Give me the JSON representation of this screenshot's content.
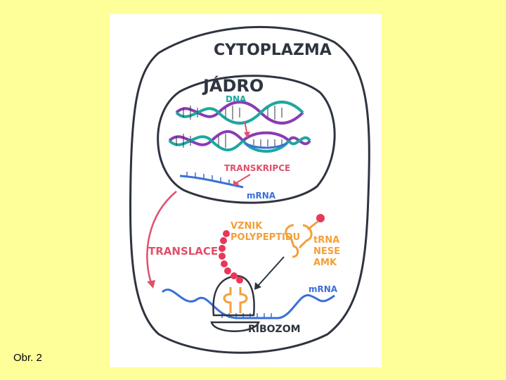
{
  "caption": "Obr. 2",
  "labels": {
    "cytoplasm": "CYTOPLAZMA",
    "nucleus": "JÁDRO",
    "dna": "DNA",
    "transcription": "TRANSKRIPCE",
    "mrna_nucleus": "mRNA",
    "translation": "TRANSLACE",
    "polypeptide_line1": "VZNIK",
    "polypeptide_line2": "POLYPEPTIDU",
    "trna_line1": "tRNA",
    "trna_line2": "NESE",
    "trna_line3": "AMK",
    "mrna_cytoplasm": "mRNA",
    "ribosome": "RIBOZOM"
  },
  "colors": {
    "background": "#ffff99",
    "panel": "#ffffff",
    "outline": "#2e3440",
    "dna_purple": "#8a3bb5",
    "dna_teal": "#1aa8a0",
    "mrna_blue": "#3a6fd8",
    "arrow_pink": "#e0506a",
    "amino_acid": "#e8385a",
    "trna_orange": "#f2a03a",
    "label_pink": "#e0506a",
    "label_teal": "#1aa8a0",
    "label_blue": "#3a6fd8",
    "label_orange": "#f2a03a"
  }
}
